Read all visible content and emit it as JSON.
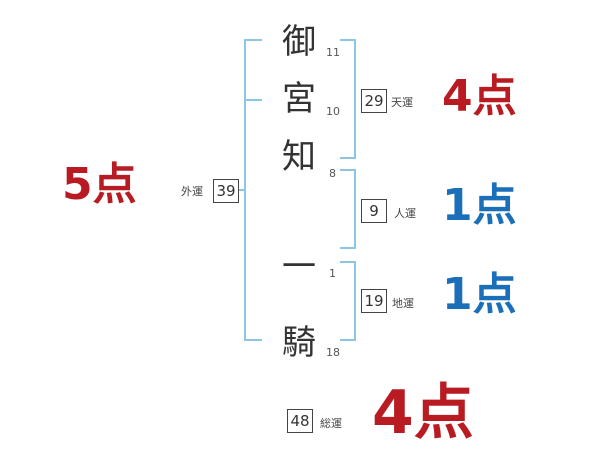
{
  "name": {
    "chars": [
      {
        "char": "御",
        "strokes": "11"
      },
      {
        "char": "宮",
        "strokes": "10"
      },
      {
        "char": "知",
        "strokes": "8"
      },
      {
        "char": "一",
        "strokes": "1"
      },
      {
        "char": "騎",
        "strokes": "18"
      }
    ]
  },
  "fortunes": {
    "gaiun": {
      "label": "外運",
      "value": "39",
      "score": "5点"
    },
    "tenun": {
      "label": "天運",
      "value": "29",
      "score": "4点"
    },
    "jinun": {
      "label": "人運",
      "value": "9",
      "score": "1点"
    },
    "chiun": {
      "label": "地運",
      "value": "19",
      "score": "1点"
    },
    "souun": {
      "label": "総運",
      "value": "48",
      "score": "4点"
    }
  },
  "colors": {
    "bracket": "#8ec5e6",
    "score_red": "#b81c22",
    "score_blue": "#1b6fb8"
  }
}
